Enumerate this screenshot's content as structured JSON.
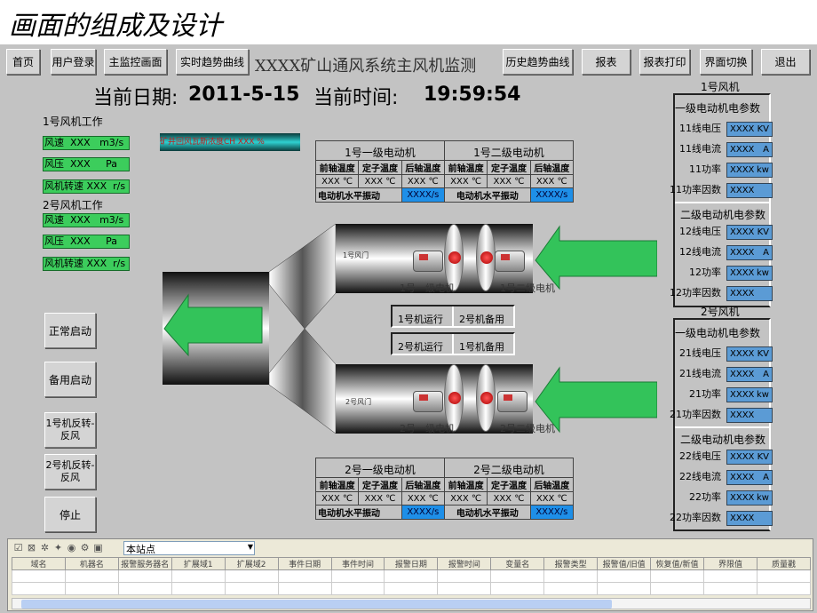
{
  "slide_title": "画面的组成及设计",
  "toolbar": {
    "home": "首页",
    "login": "用户登录",
    "main": "主监控画面",
    "realtime": "实时趋势曲线",
    "app_title": "XXXX矿山通风系统主风机监测",
    "history": "历史趋势曲线",
    "report": "报表",
    "report_print": "报表打印",
    "switch": "界面切换",
    "exit": "退出"
  },
  "datetime": {
    "date_label": "当前日期:",
    "date": "2011-5-15",
    "time_label": "当前时间:",
    "time": "19:59:54"
  },
  "fan1_work": {
    "title": "1号风机工作",
    "speed": "风速  XXX   m3/s",
    "pressure": "风压  XXX     Pa",
    "rpm": "风机转速 XXX  r/s"
  },
  "fan2_work": {
    "title": "2号风机工作",
    "speed": "风速  XXX   m3/s",
    "pressure": "风压  XXX     Pa",
    "rpm": "风机转速 XXX  r/s"
  },
  "gas_bar": "矿井回风瓦斯浓度CH   XXX %",
  "motor_tables": [
    {
      "m1": "1号一级电动机",
      "m2": "1号二级电动机"
    },
    {
      "m1": "2号一级电动机",
      "m2": "2号二级电动机"
    }
  ],
  "motor_cols": {
    "front": "前轴温度",
    "stator": "定子温度",
    "rear": "后轴温度",
    "val": "XXX ℃",
    "vib_label": "电动机水平振动",
    "vib_val": "XXXX/s"
  },
  "ducts": {
    "damper1": "1号风门",
    "damper2": "2号风门",
    "m11": "1号一级电机",
    "m12": "1号二级电机",
    "m21": "2号一级电机",
    "m22": "2号二级电机"
  },
  "status": {
    "r1a": "1号机运行",
    "r1b": "2号机备用",
    "r2a": "2号机运行",
    "r2b": "1号机备用"
  },
  "left_buttons": [
    "正常启动",
    "备用启动",
    "1号机反转-反风",
    "2号机反转-反风",
    "停止"
  ],
  "fan1_params": {
    "title": "1号风机",
    "g1": "一级电动机电参数",
    "g2": "二级电动机电参数",
    "rows1": [
      [
        "11线电压",
        "XXXX",
        "KV"
      ],
      [
        "11线电流",
        "XXXX",
        "A"
      ],
      [
        "11功率",
        "XXXX",
        "kw"
      ],
      [
        "11功率因数",
        "XXXX",
        ""
      ]
    ],
    "rows2": [
      [
        "12线电压",
        "XXXX",
        "KV"
      ],
      [
        "12线电流",
        "XXXX",
        "A"
      ],
      [
        "12功率",
        "XXXX",
        "kw"
      ],
      [
        "12功率因数",
        "XXXX",
        ""
      ]
    ]
  },
  "fan2_params": {
    "title": "2号风机",
    "g1": "一级电动机电参数",
    "g2": "二级电动机电参数",
    "rows1": [
      [
        "21线电压",
        "XXXX",
        "KV"
      ],
      [
        "21线电流",
        "XXXX",
        "A"
      ],
      [
        "21功率",
        "XXXX",
        "kw"
      ],
      [
        "21功率因数",
        "XXXX",
        ""
      ]
    ],
    "rows2": [
      [
        "22线电压",
        "XXXX",
        "KV"
      ],
      [
        "22线电流",
        "XXXX",
        "A"
      ],
      [
        "22功率",
        "XXXX",
        "kw"
      ],
      [
        "22功率因数",
        "XXXX",
        ""
      ]
    ]
  },
  "alarm": {
    "station": "本站点",
    "columns": [
      "域名",
      "机器名",
      "报警服务器名",
      "扩展域1",
      "扩展域2",
      "事件日期",
      "事件时间",
      "报警日期",
      "报警时间",
      "变量名",
      "报警类型",
      "报警值/旧值",
      "恢复值/新值",
      "界限值",
      "质量戳"
    ]
  },
  "colors": {
    "background": "#c3c3c3",
    "green": "#3ccd5c",
    "blue": "#1e8fe8",
    "param_blue": "#5b9bd5"
  }
}
